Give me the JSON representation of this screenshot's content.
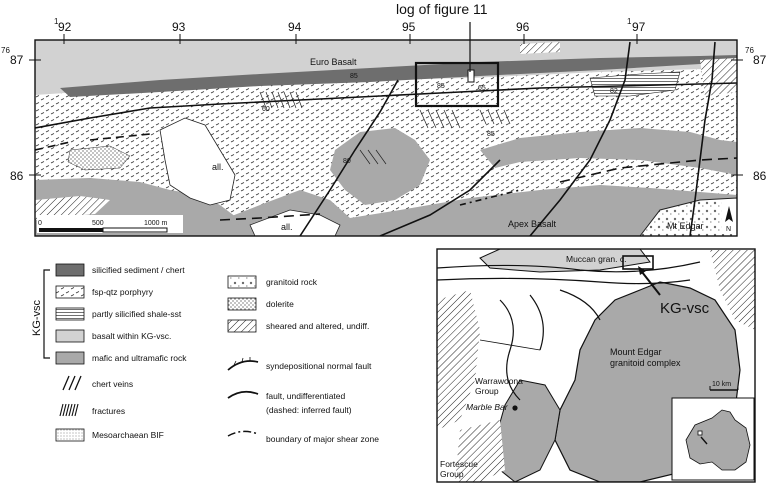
{
  "figure": {
    "callout_label": "log of figure 11",
    "grid": {
      "easting_labels": [
        {
          "prefix": "1",
          "value": "92"
        },
        {
          "prefix": "",
          "value": "93"
        },
        {
          "prefix": "",
          "value": "94"
        },
        {
          "prefix": "",
          "value": "95"
        },
        {
          "prefix": "",
          "value": "96"
        },
        {
          "prefix": "1",
          "value": "97"
        }
      ],
      "northing_labels": [
        {
          "prefix": "76",
          "value": "87"
        },
        {
          "prefix": "",
          "value": "86"
        }
      ]
    },
    "main_map": {
      "place_labels": {
        "euro_basalt": "Euro Basalt",
        "apex_basalt": "Apex Basalt",
        "mt_edgar": "Mt Edgar",
        "all_1": "all.",
        "all_2": "all."
      },
      "dip_values": [
        "60",
        "80",
        "85",
        "85",
        "82",
        "65",
        "85"
      ],
      "scale_bar": {
        "labels": [
          "0",
          "500",
          "1000 m"
        ]
      },
      "north_label": "N"
    },
    "legend": {
      "group_label": "KG-vsc",
      "left_items": [
        {
          "label": "silicified sediment / chert",
          "swatch": "dark-gray"
        },
        {
          "label": "fsp-qtz porphyry",
          "swatch": "dashes"
        },
        {
          "label": "partly silicified shale-sst",
          "swatch": "horizontal-lines"
        },
        {
          "label": "basalt within KG-vsc.",
          "swatch": "light-gray"
        },
        {
          "label": "mafic and ultramafic rock",
          "swatch": "medium-gray"
        },
        {
          "label": "chert veins",
          "symbol": "chert-veins-icon"
        },
        {
          "label": "fractures",
          "symbol": "fractures-icon"
        },
        {
          "label": "Mesoarchaean BIF",
          "swatch": "fine-dots"
        }
      ],
      "right_items": [
        {
          "label": "granitoid rock",
          "swatch": "crosses"
        },
        {
          "label": "dolerite",
          "swatch": "dots"
        },
        {
          "label": "sheared and altered, undiff.",
          "swatch": "diagonal-hatch"
        },
        {
          "label": "syndepositional normal fault",
          "symbol": "normal-fault-icon"
        },
        {
          "label": "fault, undifferentiated",
          "symbol": "fault-icon"
        },
        {
          "label": "(dashed: inferred fault)",
          "symbol": ""
        },
        {
          "label": "boundary of major shear zone",
          "symbol": "shear-zone-icon"
        }
      ]
    },
    "inset_map": {
      "labels": {
        "muccan": "Muccan gran. c.",
        "kg_vsc": "KG-vsc",
        "mount_edgar_1": "Mount Edgar",
        "mount_edgar_2": "granitoid complex",
        "warrawoona_1": "Warrawoona",
        "warrawoona_2": "Group",
        "marble_bar": "Marble Bar",
        "fortescue_1": "Fortescue",
        "fortescue_2": "Group",
        "scale": "10 km"
      }
    },
    "colors": {
      "dark_gray": "#6e6e6e",
      "medium_gray": "#a9a9a9",
      "light_gray": "#d2d2d2",
      "line": "#111111"
    }
  }
}
